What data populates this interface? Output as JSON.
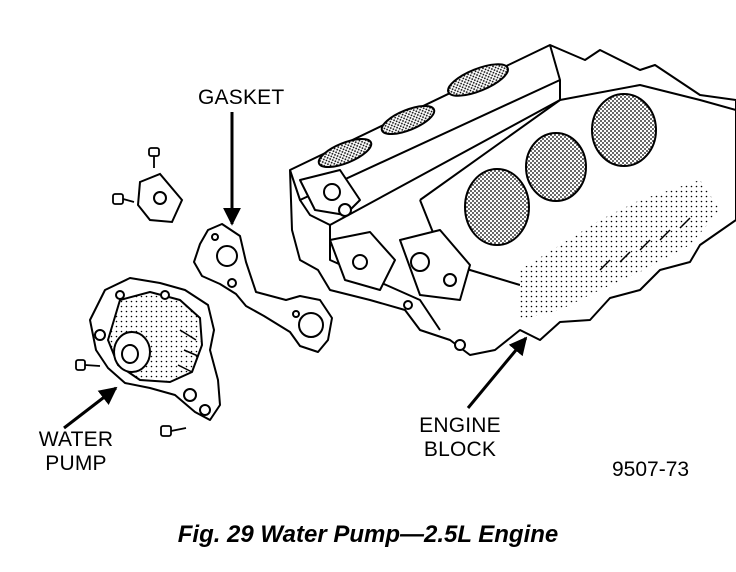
{
  "labels": {
    "gasket": "GASKET",
    "water_pump_line1": "WATER",
    "water_pump_line2": "PUMP",
    "engine_block_line1": "ENGINE",
    "engine_block_line2": "BLOCK"
  },
  "figure_number": "9507-73",
  "caption": "Fig. 29 Water Pump—2.5L Engine",
  "colors": {
    "line": "#000000",
    "background": "#ffffff",
    "shading": "#7a7a7a"
  }
}
